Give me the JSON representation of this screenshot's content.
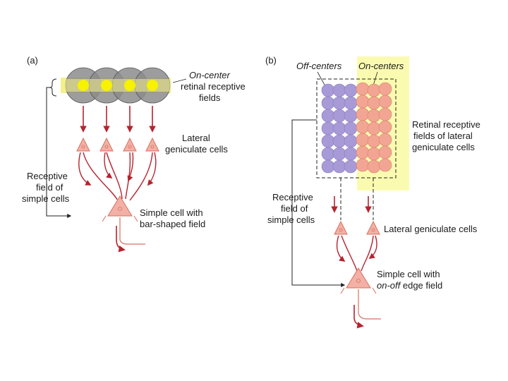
{
  "panel_a": {
    "tag": "(a)",
    "oncenter_label": [
      "On-center",
      "retinal receptive",
      "fields"
    ],
    "lgn_label": [
      "Lateral",
      "geniculate cells"
    ],
    "rf_label": [
      "Receptive",
      "field of",
      "simple cells"
    ],
    "simple_label": [
      "Simple cell with",
      "bar-shaped field"
    ]
  },
  "panel_b": {
    "tag": "(b)",
    "off_label": "Off-centers",
    "on_label": "On-centers",
    "retinal_label": [
      "Retinal receptive",
      "fields of lateral",
      "geniculate cells"
    ],
    "rf_label": [
      "Receptive",
      "field of",
      "simple cells"
    ],
    "lgn_label": "Lateral geniculate cells",
    "simple_label_1": "Simple cell with",
    "simple_label_2_em": "on-off",
    "simple_label_2_rest": " edge field"
  },
  "colors": {
    "red": "#b5232f",
    "neuron_fill": "#f3b0a6",
    "neuron_stroke": "#d8705f",
    "yellow": "#f6f38a",
    "yellow_band": "#fafbb0",
    "gray_disc": "#8c8c8c",
    "on_disc": "#f2a593",
    "off_disc": "#a89ad6"
  }
}
